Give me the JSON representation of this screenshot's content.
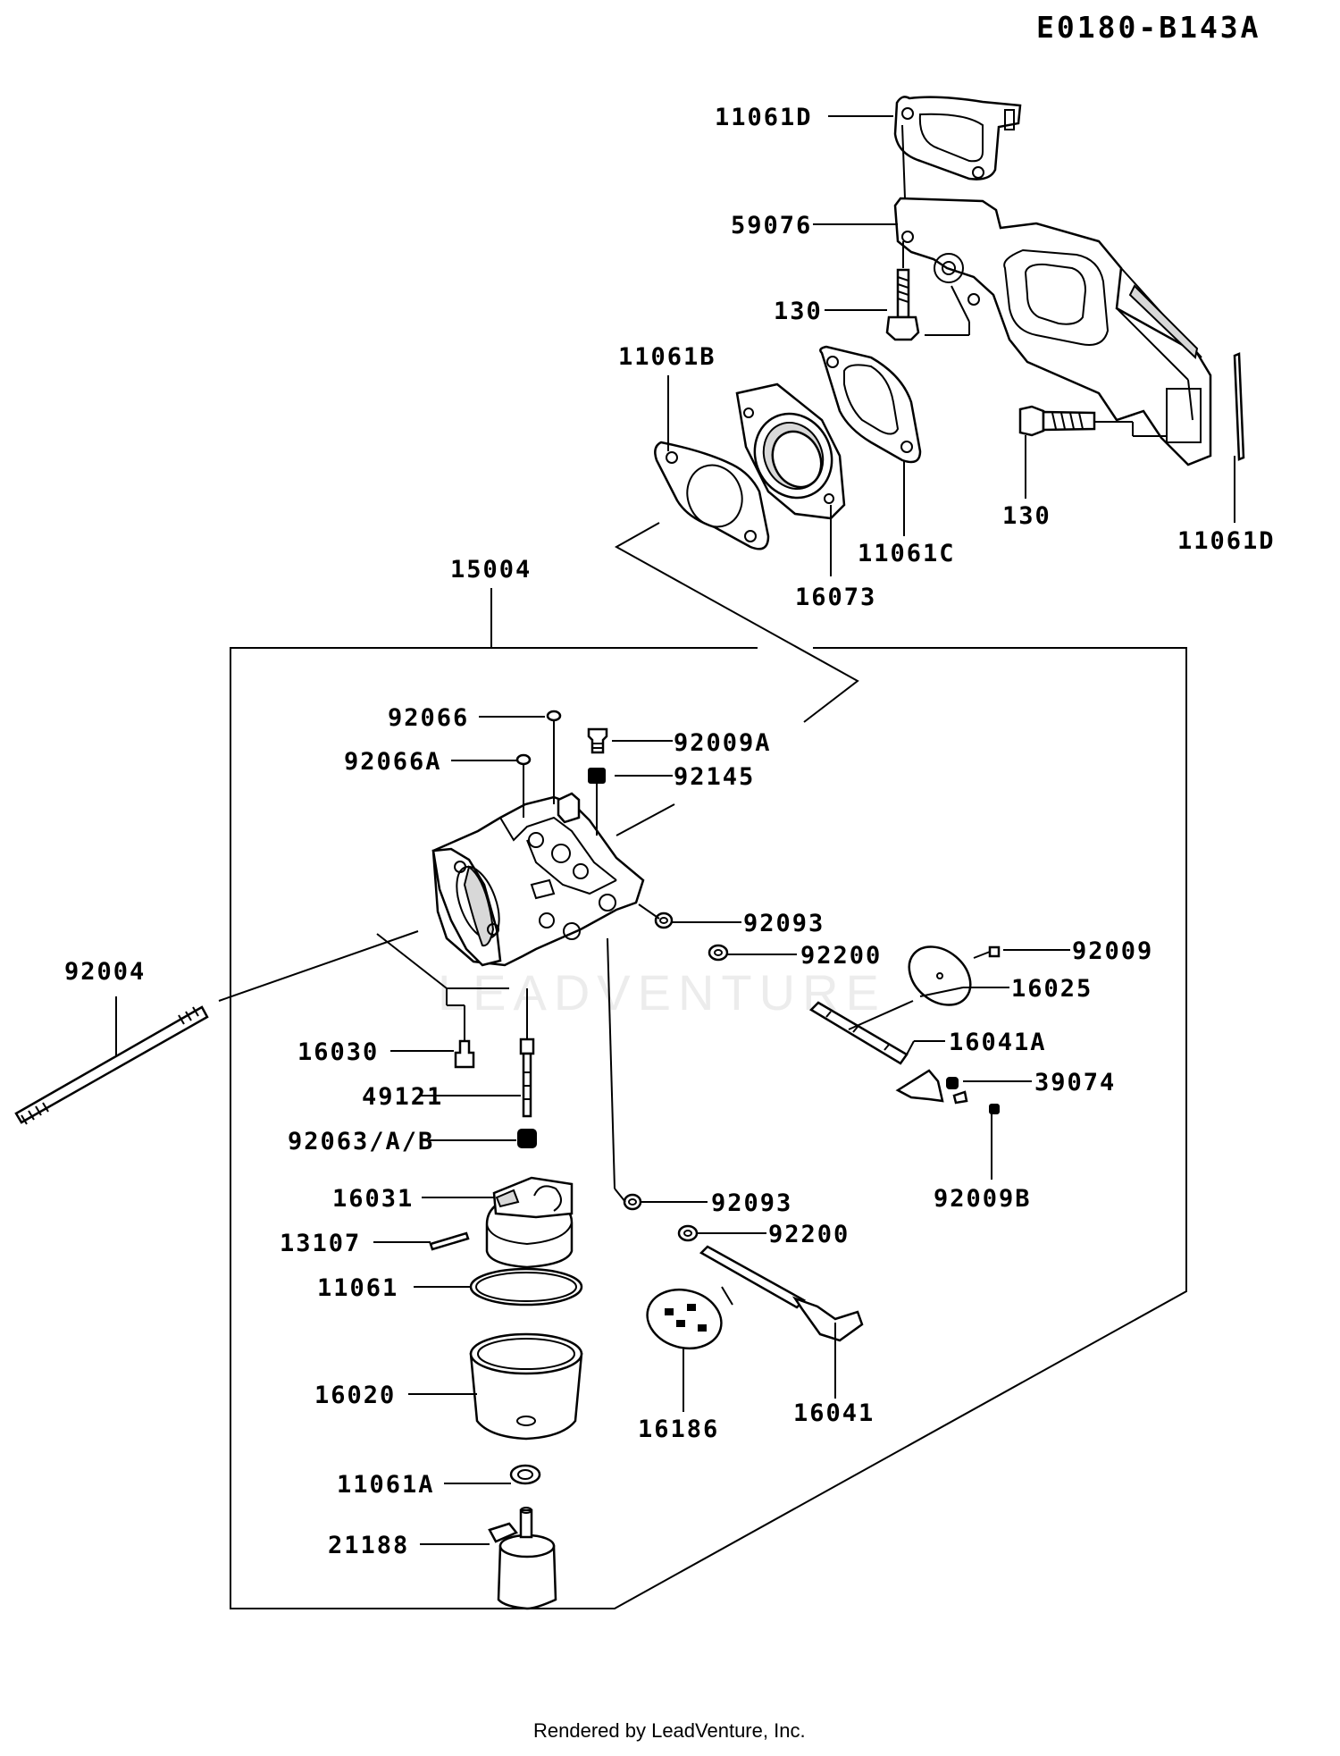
{
  "diagram": {
    "code": "E0180-B143A",
    "footer": "Rendered by LeadVenture, Inc.",
    "watermark": "LEADVENTURE",
    "labels": {
      "p11061D_top": "11061D",
      "p59076": "59076",
      "p130_top": "130",
      "p11061B": "11061B",
      "p130_bolt": "130",
      "p11061C": "11061C",
      "p16073": "16073",
      "p11061D_right": "11061D",
      "p15004": "15004",
      "p92066": "92066",
      "p92009A": "92009A",
      "p92066A": "92066A",
      "p92145": "92145",
      "p92093_a": "92093",
      "p92200_a": "92200",
      "p92009": "92009",
      "p16025": "16025",
      "p92004": "92004",
      "p16041A": "16041A",
      "p16030": "16030",
      "p39074": "39074",
      "p49121": "49121",
      "p92063": "92063/A/B",
      "p92009B": "92009B",
      "p16031": "16031",
      "p92093_b": "92093",
      "p13107": "13107",
      "p92200_b": "92200",
      "p11061": "11061",
      "p16020": "16020",
      "p16186": "16186",
      "p16041": "16041",
      "p11061A": "11061A",
      "p21188": "21188"
    }
  }
}
